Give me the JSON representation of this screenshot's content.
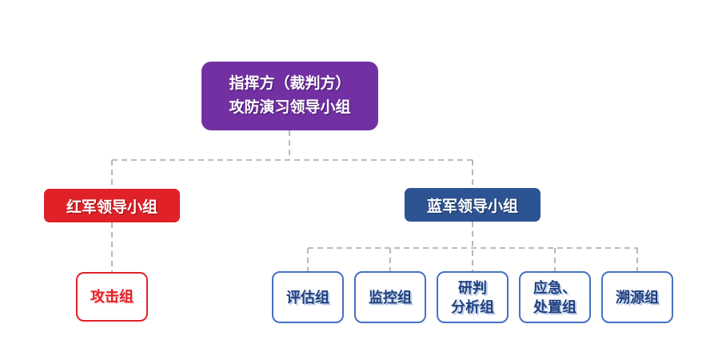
{
  "diagram": {
    "type": "org-chart",
    "nodes": {
      "root": {
        "line1": "指挥方（裁判方）",
        "line2": "攻防演习领导小组"
      },
      "red_leader": {
        "label": "红军领导小组"
      },
      "attack": {
        "label": "攻击组"
      },
      "blue_leader": {
        "label": "蓝军领导小组"
      },
      "evaluation": {
        "label": "评估组"
      },
      "monitoring": {
        "label": "监控组"
      },
      "analysis": {
        "line1": "研判",
        "line2": "分析组"
      },
      "emergency": {
        "line1": "应急、",
        "line2": "处置组"
      },
      "tracing": {
        "label": "溯源组"
      }
    },
    "structure": {
      "root_children": [
        "red_leader",
        "blue_leader"
      ],
      "red_leader_children": [
        "attack"
      ],
      "blue_leader_children": [
        "evaluation",
        "monitoring",
        "analysis",
        "emergency",
        "tracing"
      ]
    },
    "colors": {
      "root_bg": "#7230A2",
      "red_bg": "#E02128",
      "blue_bg": "#2D5492",
      "child_border_blue": "#4472C4",
      "child_text_navy": "#1F407F",
      "child_border_red": "#E02128",
      "connector": "#A6A6A6",
      "background": "#FFFFFF",
      "node_text_on_color": "#FFFFFF"
    }
  }
}
